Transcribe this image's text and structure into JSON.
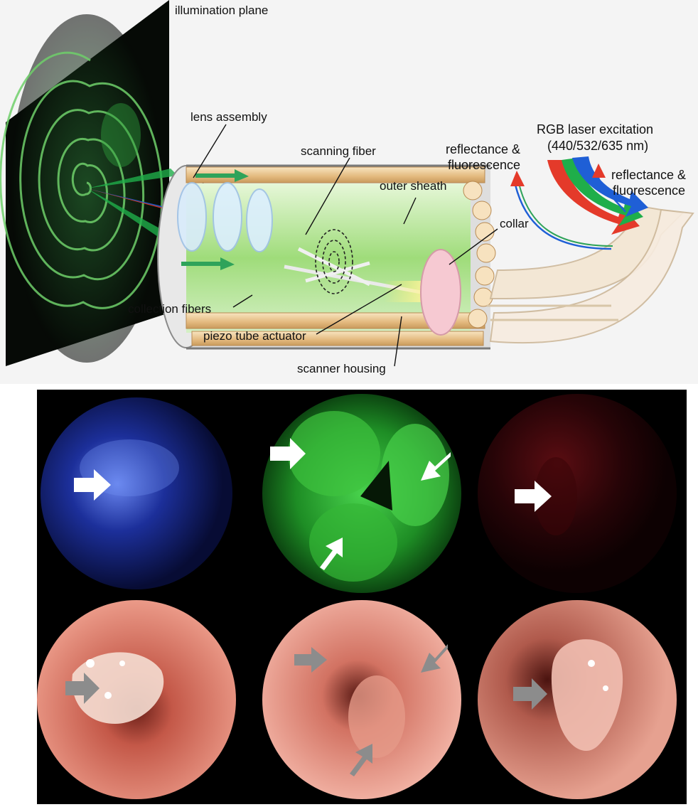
{
  "diagram": {
    "labels": {
      "illumination_plane": "illumination plane",
      "lens_assembly": "lens assembly",
      "scanning_fiber": "scanning fiber",
      "outer_sheath": "outer sheath",
      "rgb_excitation_line1": "RGB laser excitation",
      "rgb_excitation_line2": "(440/532/635 nm)",
      "reflectance_left_line1": "reflectance &",
      "reflectance_left_line2": "fluorescence",
      "reflectance_right_line1": "reflectance &",
      "reflectance_right_line2": "fluorescence",
      "collar": "collar",
      "collection_fibers": "collection fibers",
      "piezo_tube_actuator": "piezo tube actuator",
      "scanner_housing": "scanner housing"
    },
    "colors": {
      "laser_blue": "#1f5fd6",
      "laser_green": "#1fae4a",
      "laser_red": "#e43a2a",
      "fiber_tan": "#e9c796",
      "housing_green": "#bfe8a8"
    }
  },
  "images": {
    "top_row": [
      {
        "channel": "blue",
        "base": "#0b1660",
        "glow": "#4e6fe0",
        "arrow_color": "#ffffff"
      },
      {
        "channel": "green",
        "base": "#0b4010",
        "glow": "#3fcf3a",
        "arrow_color": "#ffffff"
      },
      {
        "channel": "red",
        "base": "#1a0506",
        "glow": "#6a0f15",
        "arrow_color": "#ffffff"
      }
    ],
    "bottom_row": [
      {
        "channel": "color",
        "base": "#d9705e",
        "glow": "#f2b0a0",
        "arrow_color": "#8c8c8c"
      },
      {
        "channel": "color",
        "base": "#de8070",
        "glow": "#f5c2b4",
        "arrow_color": "#8c8c8c"
      },
      {
        "channel": "color",
        "base": "#c87060",
        "glow": "#f1b8a8",
        "arrow_color": "#8c8c8c"
      }
    ]
  }
}
